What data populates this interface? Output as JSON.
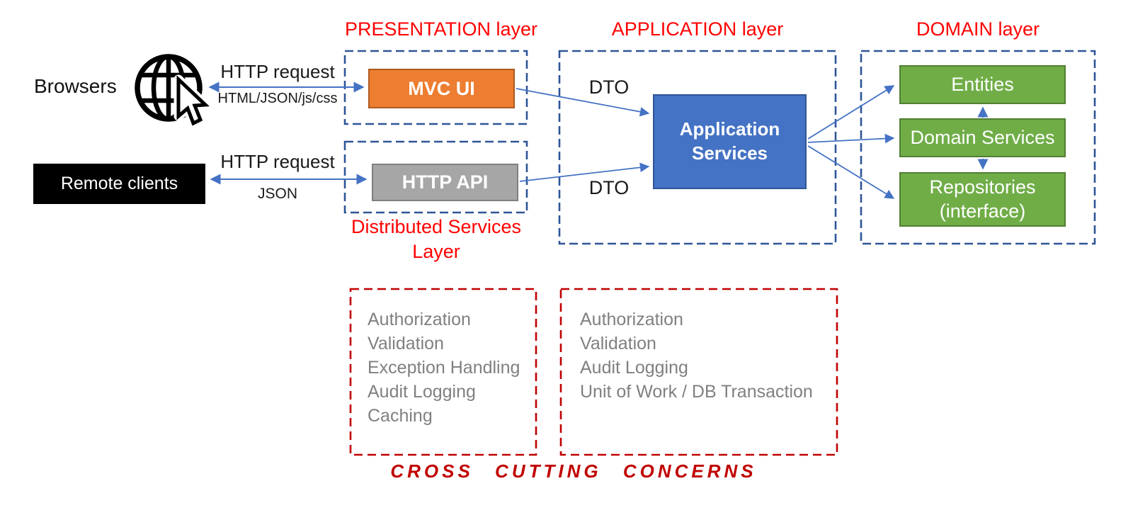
{
  "colors": {
    "layer_label_red": "#FF0000",
    "cross_cutting_red": "#C00000",
    "dashed_blue": "#2E5597",
    "arrow_blue": "#4472C4",
    "mvc_fill": "#ED7D31",
    "api_fill": "#A6A6A6",
    "app_services_fill": "#4472C4",
    "domain_green_fill": "#70AD47",
    "list_gray": "#808080"
  },
  "layers": {
    "presentation": {
      "label": "PRESENTATION layer"
    },
    "application": {
      "label": "APPLICATION layer"
    },
    "domain": {
      "label": "DOMAIN layer"
    },
    "distributed": {
      "label": "Distributed Services Layer"
    }
  },
  "actors": {
    "browsers": {
      "label": "Browsers"
    },
    "remote_clients": {
      "label": "Remote clients"
    }
  },
  "connections": {
    "browser_arrow": {
      "top": "HTTP request",
      "bottom": "HTML/JSON/js/css"
    },
    "remote_arrow": {
      "top": "HTTP request",
      "bottom": "JSON"
    },
    "dto_top": "DTO",
    "dto_bottom": "DTO"
  },
  "components": {
    "mvc_ui": "MVC UI",
    "http_api": "HTTP API",
    "application_services": "Application Services",
    "entities": "Entities",
    "domain_services": "Domain Services",
    "repositories_line1": "Repositories",
    "repositories_line2": "(interface)"
  },
  "cross_cutting": {
    "title": "CROSS CUTTING CONCERNS",
    "box1_items": [
      "Authorization",
      "Validation",
      "Exception Handling",
      "Audit Logging",
      "Caching"
    ],
    "box2_items": [
      "Authorization",
      "Validation",
      "Audit Logging",
      "Unit of Work / DB Transaction"
    ]
  }
}
